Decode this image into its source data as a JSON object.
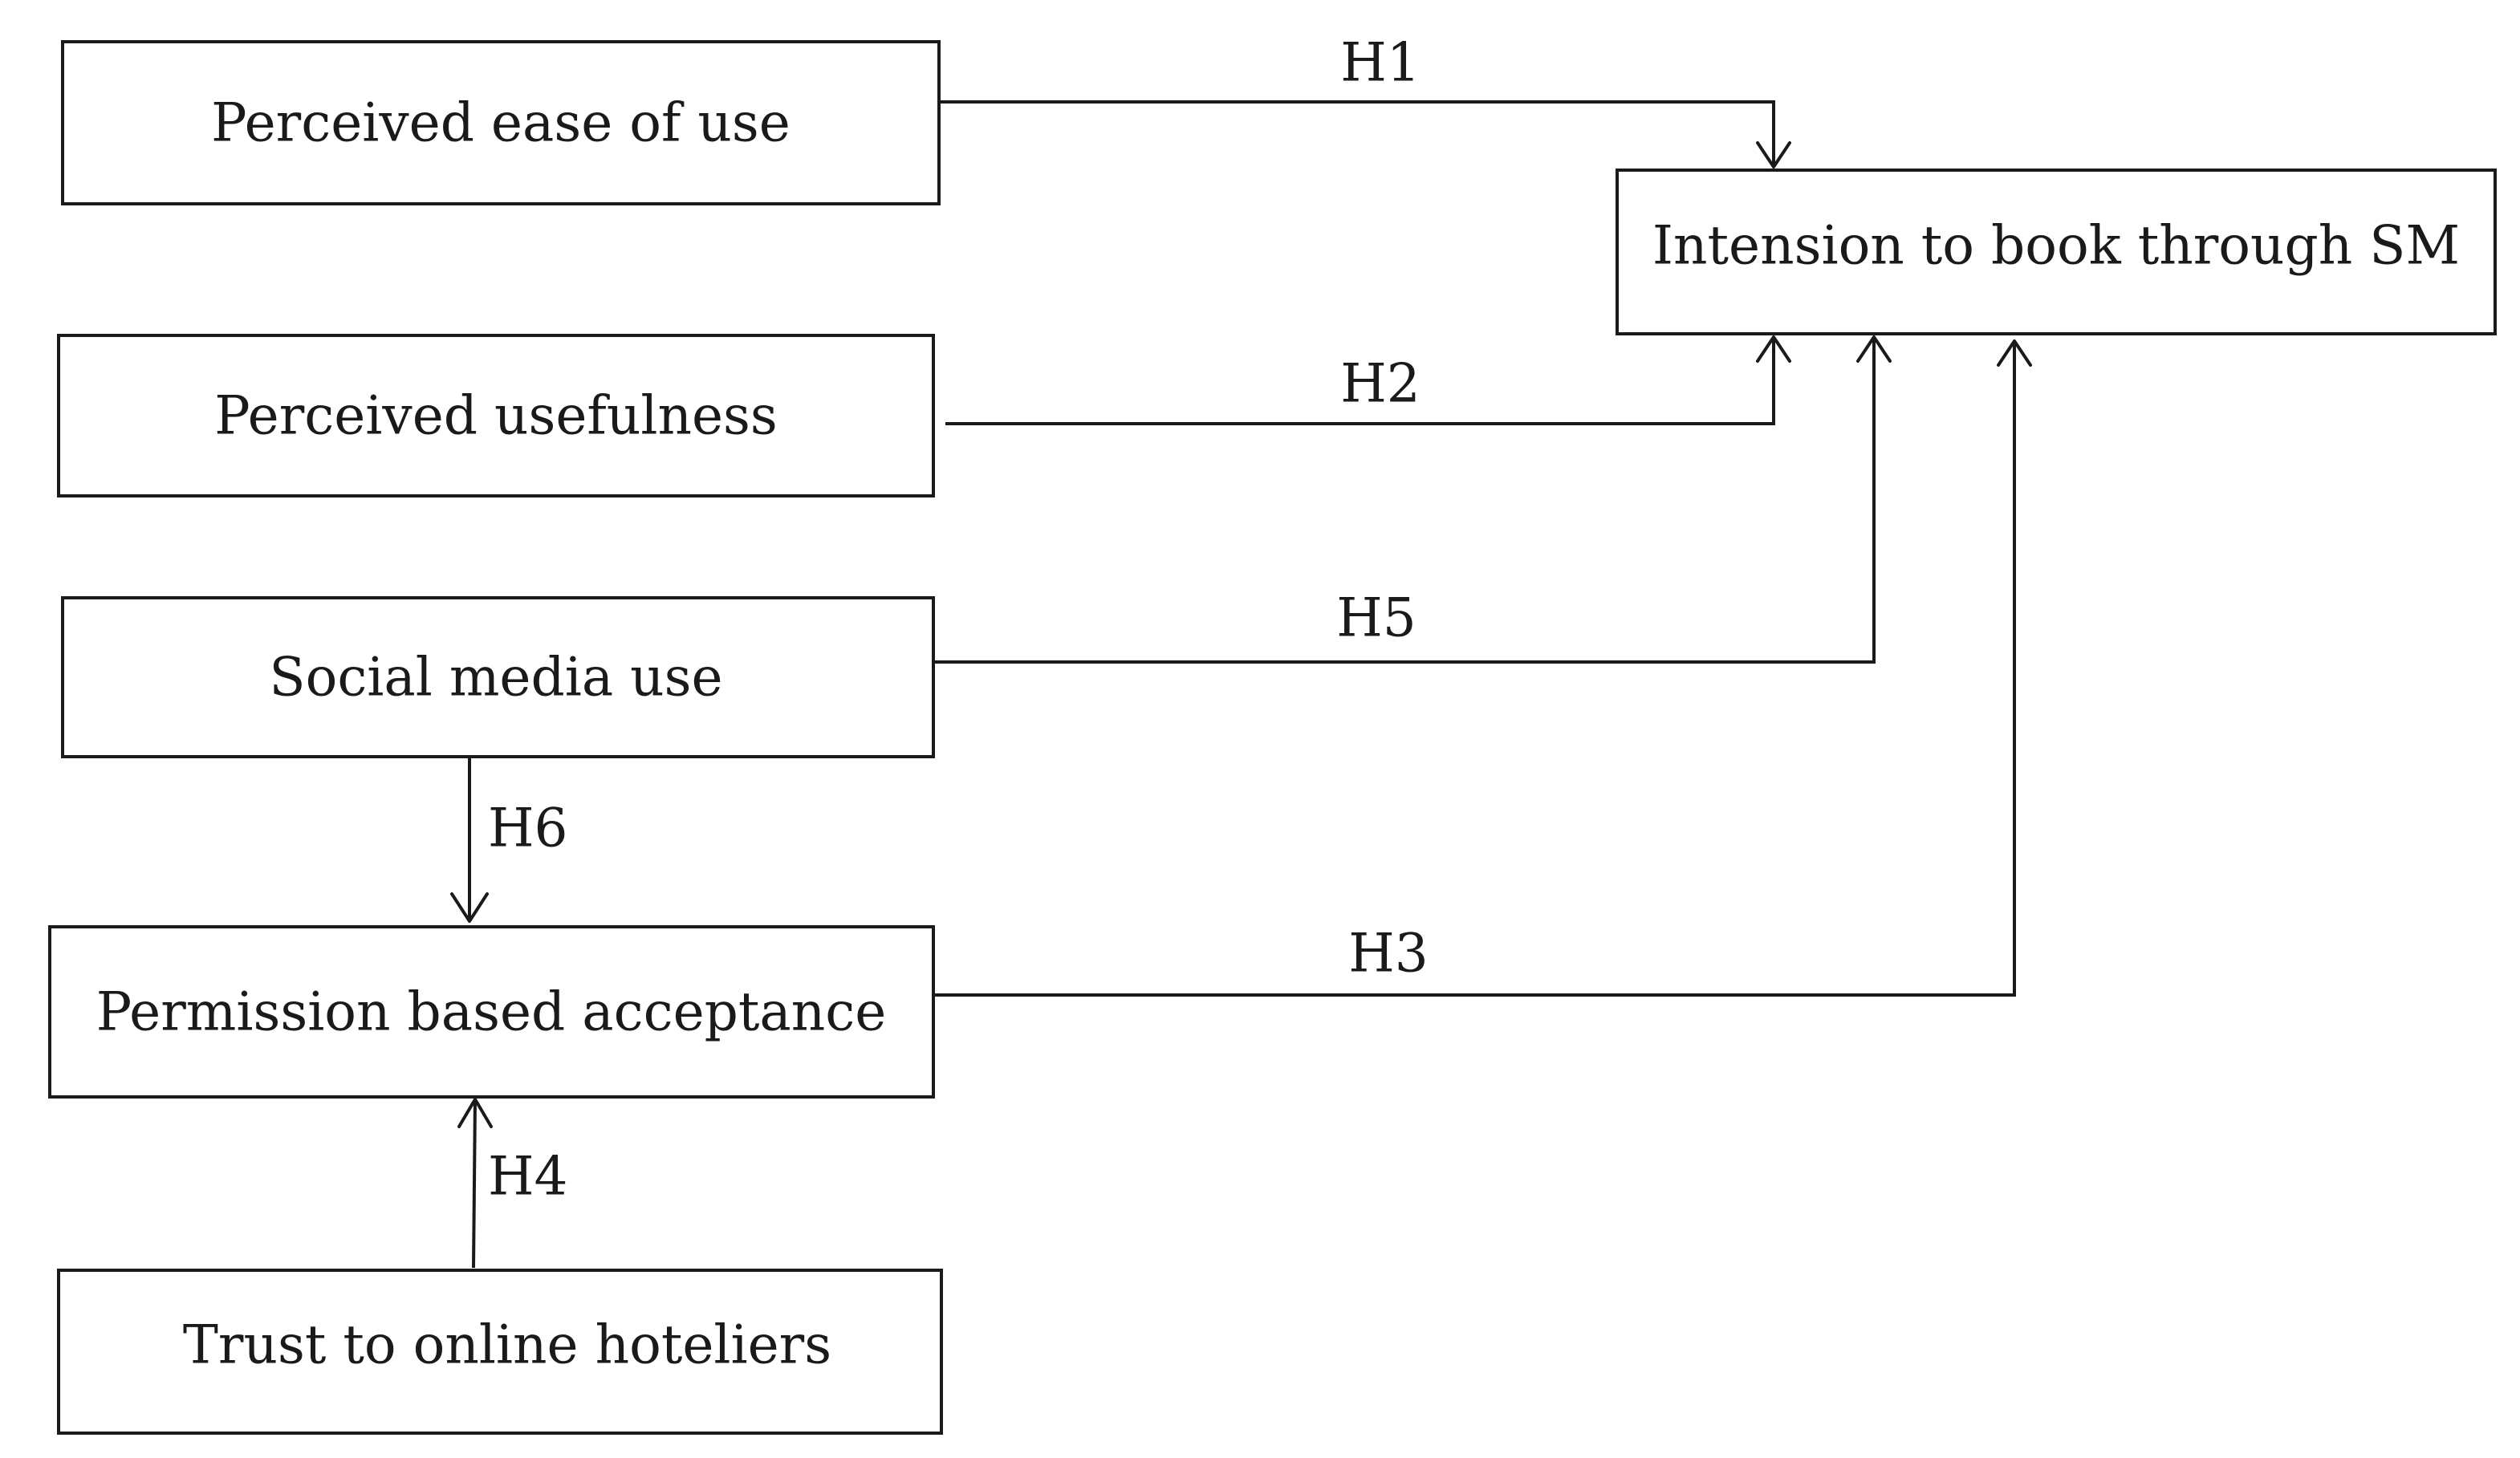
{
  "nodes": {
    "ease": {
      "label": "Perceived ease of use"
    },
    "usefulness": {
      "label": "Perceived usefulness"
    },
    "social": {
      "label": "Social media use"
    },
    "permission": {
      "label": "Permission based acceptance"
    },
    "trust": {
      "label": "Trust to online hoteliers"
    },
    "intention": {
      "label": "Intension to book through SM"
    }
  },
  "edges": [
    {
      "id": "H1",
      "label": "H1",
      "from": "ease",
      "to": "intention"
    },
    {
      "id": "H2",
      "label": "H2",
      "from": "usefulness",
      "to": "intention"
    },
    {
      "id": "H5",
      "label": "H5",
      "from": "social",
      "to": "intention"
    },
    {
      "id": "H6",
      "label": "H6",
      "from": "social",
      "to": "permission"
    },
    {
      "id": "H3",
      "label": "H3",
      "from": "permission",
      "to": "intention"
    },
    {
      "id": "H4",
      "label": "H4",
      "from": "trust",
      "to": "permission"
    }
  ]
}
